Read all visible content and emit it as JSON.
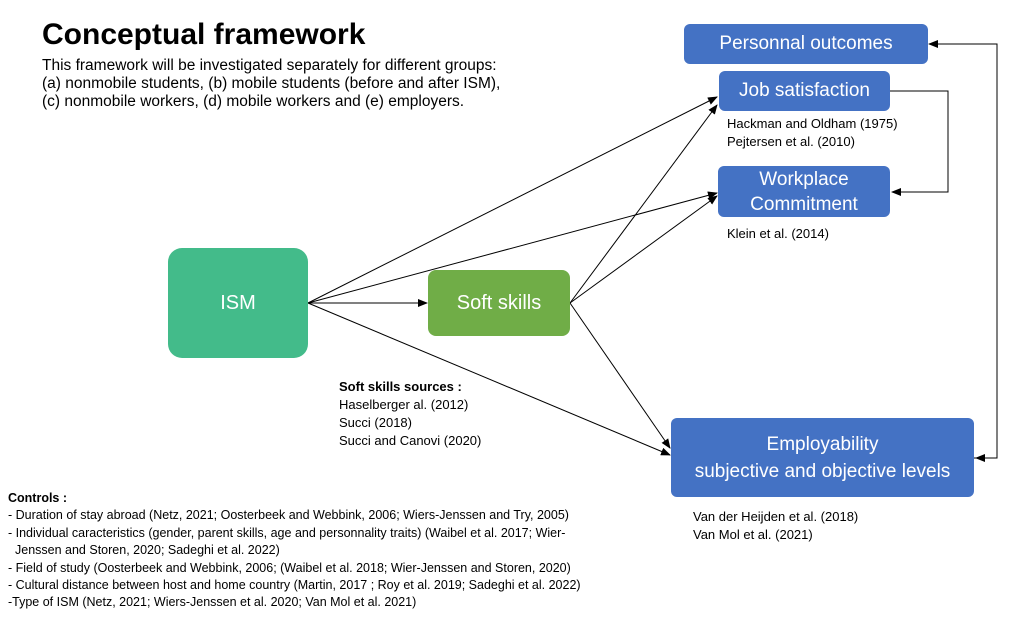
{
  "title": "Conceptual framework",
  "intro": [
    "This framework will be investigated separately for different groups:",
    "(a) nonmobile students, (b) mobile students (before and after ISM),",
    "(c) nonmobile workers, (d) mobile workers and (e) employers."
  ],
  "nodes": {
    "ism": "ISM",
    "soft_skills": "Soft skills",
    "personal_outcomes": "Personnal outcomes",
    "job_satisfaction": "Job satisfaction",
    "workplace_commitment": [
      "Workplace",
      "Commitment"
    ],
    "employability": [
      "Employability",
      "subjective and objective levels"
    ]
  },
  "refs": {
    "job_satisfaction": [
      "Hackman and Oldham (1975)",
      "Pejtersen et al. (2010)"
    ],
    "workplace_commitment": [
      "Klein et al. (2014)"
    ],
    "employability": [
      "Van der Heijden et al. (2018)",
      "Van Mol et al. (2021)"
    ],
    "soft_skills_title": "Soft skills sources :",
    "soft_skills": [
      "Haselberger al. (2012)",
      "Succi (2018)",
      "Succi and Canovi (2020)"
    ]
  },
  "controls": {
    "title": "Controls :",
    "items": [
      "- Duration of stay abroad  (Netz, 2021; Oosterbeek and Webbink, 2006; Wiers-Jenssen and Try, 2005)",
      "- Individual caracteristics (gender, parent skills, age and personnality traits) (Waibel et al. 2017; Wier-",
      "  Jenssen and Storen, 2020; Sadeghi et al. 2022)",
      "- Field of study (Oosterbeek and Webbink, 2006; (Waibel et al. 2018; Wier-Jenssen and Storen, 2020)",
      "- Cultural distance between host and home country (Martin, 2017 ; Roy et al. 2019; Sadeghi et al. 2022)",
      "-Type of ISM (Netz, 2021; Wiers-Jenssen et al. 2020; Van Mol et al. 2021)"
    ]
  },
  "colors": {
    "blue": "#4472c4",
    "ism_green": "#43bb8a",
    "soft_green": "#70ad47"
  }
}
